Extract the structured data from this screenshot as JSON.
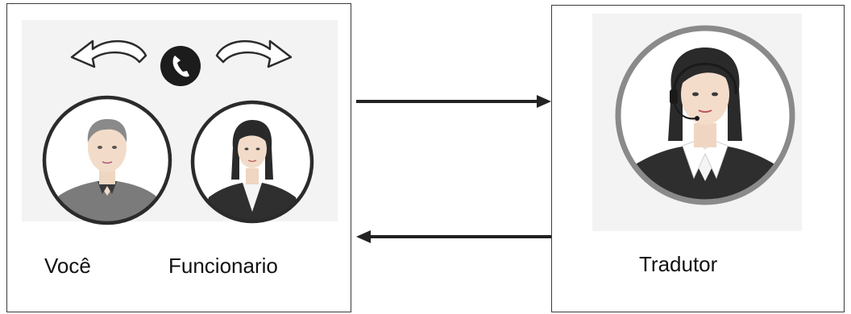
{
  "participants": {
    "you": {
      "label": "Você",
      "icon": "man-avatar-icon"
    },
    "employee": {
      "label": "Funcionario",
      "icon": "woman-avatar-icon"
    },
    "translator": {
      "label": "Tradutor",
      "icon": "headset-woman-avatar-icon"
    }
  },
  "icons": {
    "phone": "phone-icon",
    "arrow_left": "curved-arrow-left-icon",
    "arrow_right": "curved-arrow-right-icon"
  },
  "colors": {
    "circle_stroke": "#2b2b2b",
    "translator_ring": "#8a8a8a",
    "arrow": "#222222"
  }
}
